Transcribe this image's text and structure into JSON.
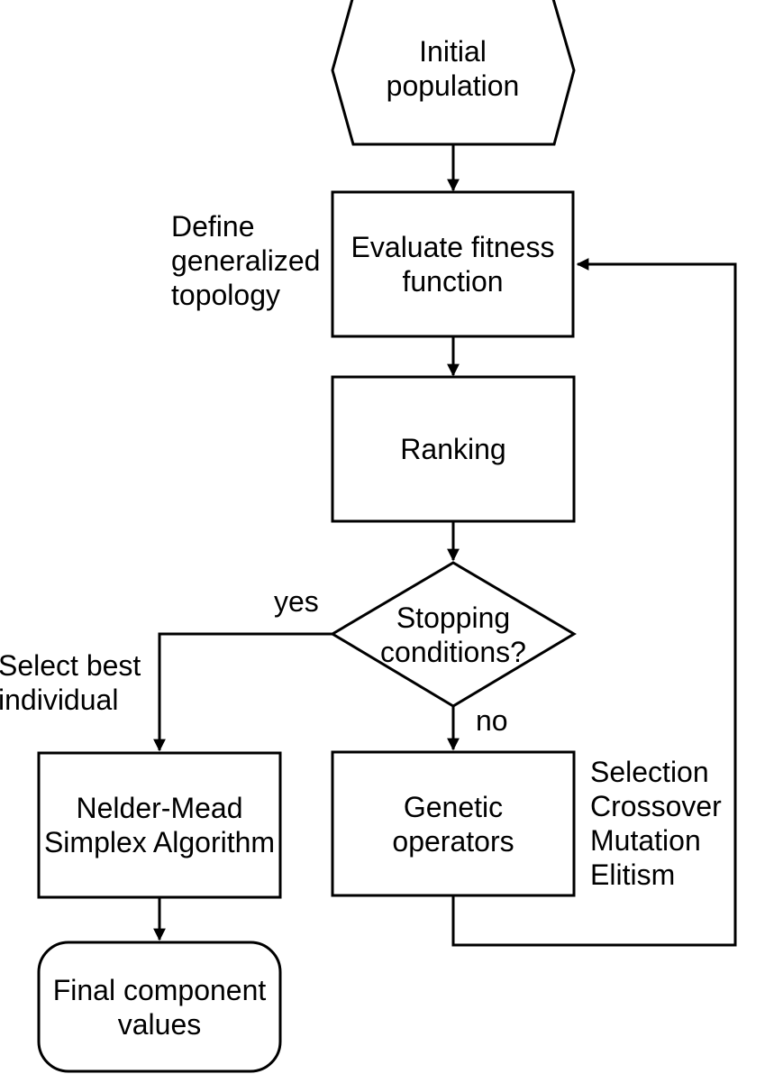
{
  "nodes": {
    "initial_population": {
      "shape": "hexagon",
      "lines": [
        "Initial",
        "population"
      ]
    },
    "evaluate_fitness": {
      "shape": "rectangle",
      "lines": [
        "Evaluate fitness",
        "function"
      ]
    },
    "ranking": {
      "shape": "rectangle",
      "lines": [
        "Ranking"
      ]
    },
    "stopping_conditions": {
      "shape": "diamond",
      "lines": [
        "Stopping",
        "conditions?"
      ]
    },
    "genetic_operators": {
      "shape": "rectangle",
      "lines": [
        "Genetic",
        "operators"
      ]
    },
    "nelder_mead": {
      "shape": "rectangle",
      "lines": [
        "Nelder-Mead",
        "Simplex Algorithm"
      ]
    },
    "final_component_values": {
      "shape": "rounded-rectangle",
      "lines": [
        "Final component",
        "values"
      ]
    }
  },
  "annotations": {
    "define_topology": {
      "lines": [
        "Define",
        "generalized",
        "topology"
      ]
    },
    "select_best": {
      "lines": [
        "Select best",
        "individual"
      ]
    },
    "operator_types": {
      "lines": [
        "Selection",
        "Crossover",
        "Mutation",
        "Elitism"
      ]
    }
  },
  "edge_labels": {
    "yes": "yes",
    "no": "no"
  },
  "colors": {
    "stroke": "#000000",
    "background": "#ffffff",
    "text": "#000000"
  }
}
